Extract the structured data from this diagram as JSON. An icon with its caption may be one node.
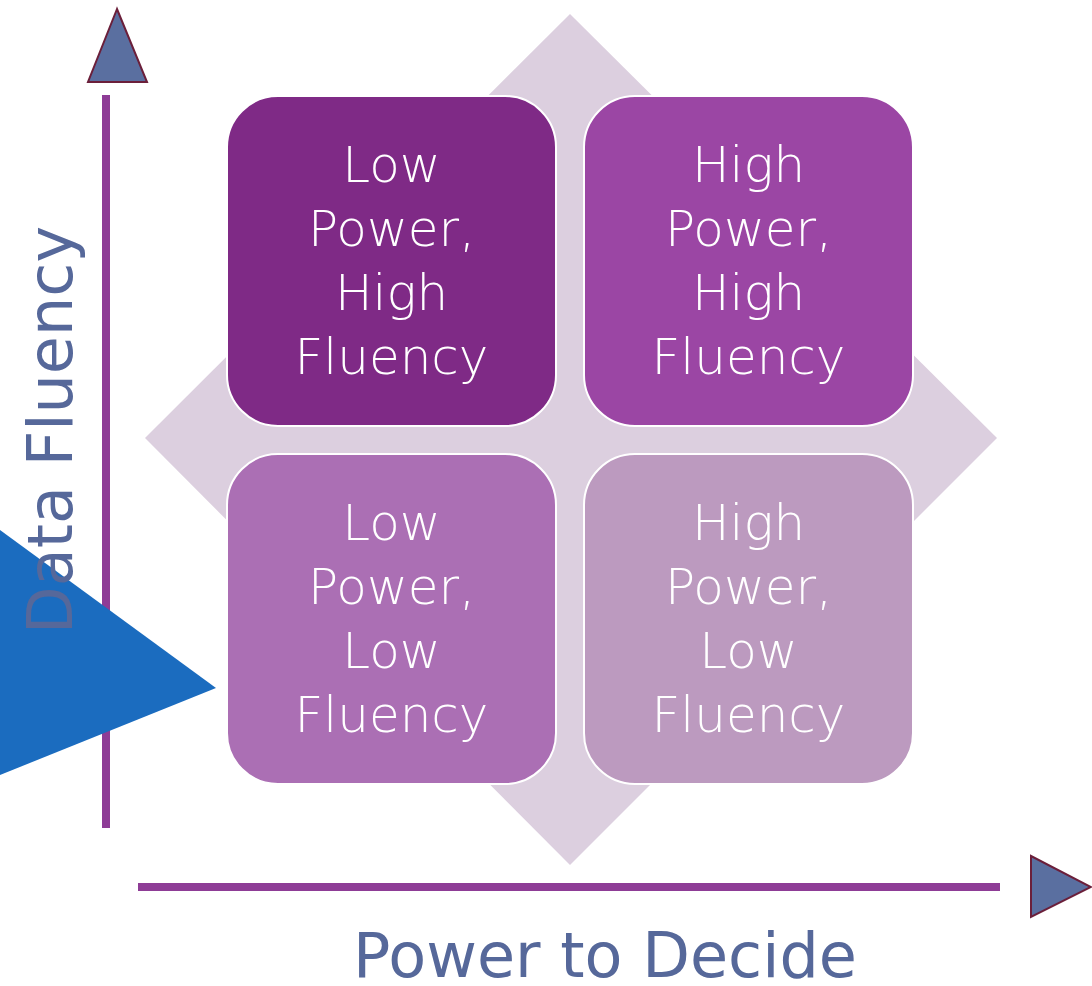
{
  "diagram": {
    "nodes": [
      {
        "text": [
          "Low Power, High Fluency"
        ]
      },
      {
        "text": [
          "High Power, High Fluency"
        ]
      },
      {
        "text": [
          "Low Power, Low Fluency"
        ]
      },
      {
        "text": [
          "High Power, Low Fluency"
        ]
      }
    ],
    "edges": [
      {
        "from": null,
        "to": 2,
        "arrow": "to"
      }
    ],
    "labels": [
      "Data Fluency",
      "Power to Decide"
    ]
  }
}
